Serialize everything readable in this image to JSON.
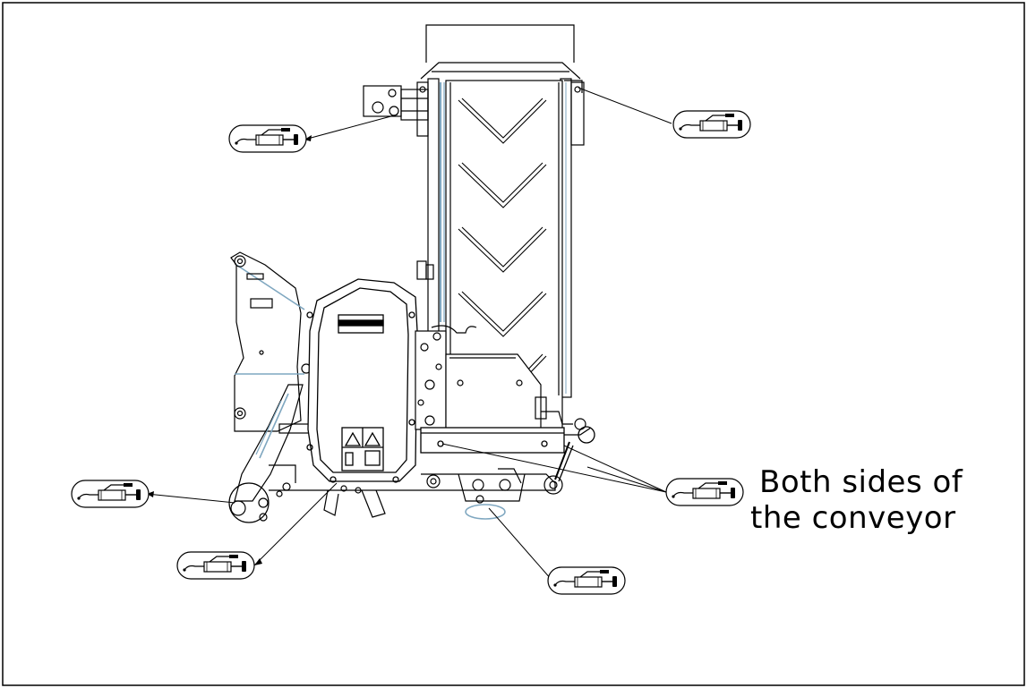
{
  "diagram": {
    "title": "",
    "callout_text": {
      "line1": "Both sides of",
      "line2": "the conveyor"
    },
    "grease_points": [
      {
        "icon": "grease-gun-icon",
        "location": "upper-left"
      },
      {
        "icon": "grease-gun-icon",
        "location": "upper-right"
      },
      {
        "icon": "grease-gun-icon",
        "location": "left-lower"
      },
      {
        "icon": "grease-gun-icon",
        "location": "bottom-left"
      },
      {
        "icon": "grease-gun-icon",
        "location": "bottom-center"
      },
      {
        "icon": "grease-gun-icon",
        "location": "right-conveyor"
      }
    ],
    "colors": {
      "line": "#000000",
      "highlight": "#7fa7c0",
      "background": "#ffffff"
    }
  }
}
